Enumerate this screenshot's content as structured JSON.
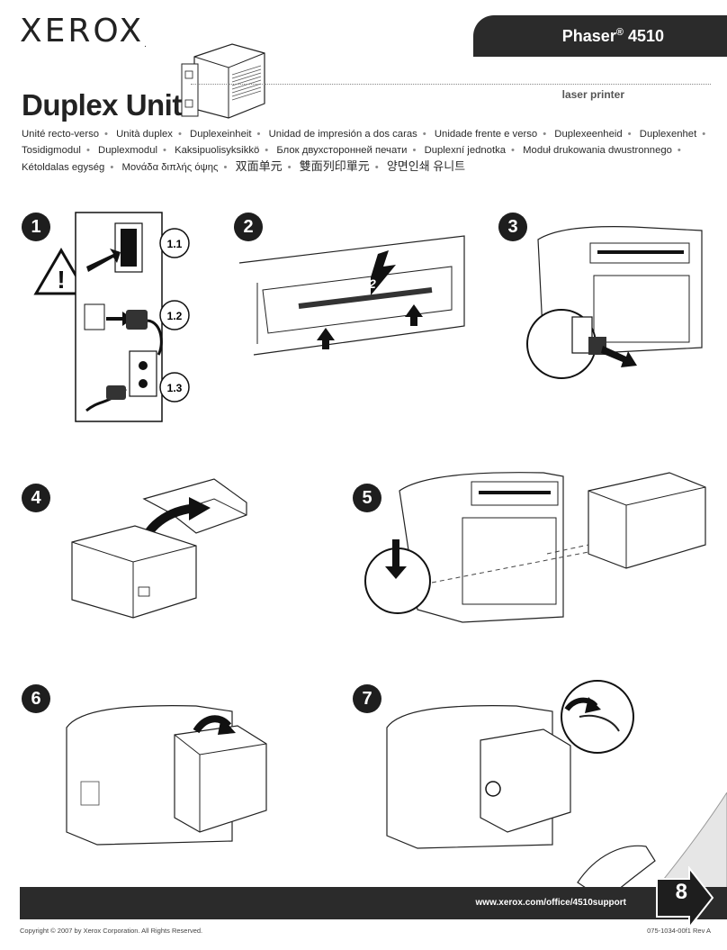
{
  "header": {
    "brand": "XEROX",
    "brand_mark": ".",
    "model": "Phaser",
    "model_reg": "®",
    "model_number": "4510",
    "subtitle": "laser printer",
    "title": "Duplex Unit"
  },
  "translations": [
    "Unité recto-verso",
    "Unità duplex",
    "Duplexeinheit",
    "Unidad de impresión a dos caras",
    "Unidade frente e verso",
    "Duplexeenheid",
    "Duplexenhet",
    "Tosidigmodul",
    "Duplexmodul",
    "Kaksipuolisyksikkö",
    "Блок двухсторонней печати",
    "Duplexní jednotka",
    "Moduł drukowania dwustronnego",
    "Kétoldalas egység",
    "Μονάδα διπλής όψης",
    "双面单元",
    "雙面列印單元",
    "양면인쇄 유니트"
  ],
  "steps": [
    {
      "num": "1",
      "substeps": [
        "1.1",
        "1.2",
        "1.3"
      ],
      "warning": "!"
    },
    {
      "num": "2",
      "arrow_label": "2"
    },
    {
      "num": "3"
    },
    {
      "num": "4"
    },
    {
      "num": "5"
    },
    {
      "num": "6"
    },
    {
      "num": "7"
    }
  ],
  "footer": {
    "url": "www.xerox.com/office/4510support",
    "next_page": "8",
    "copyright": "Copyright © 2007 by Xerox Corporation. All Rights Reserved.",
    "part_number": "075-1034-00f1 Rev A"
  },
  "colors": {
    "banner": "#2b2b2b",
    "step_badge": "#1e1e1e",
    "text": "#1a1a1a"
  }
}
